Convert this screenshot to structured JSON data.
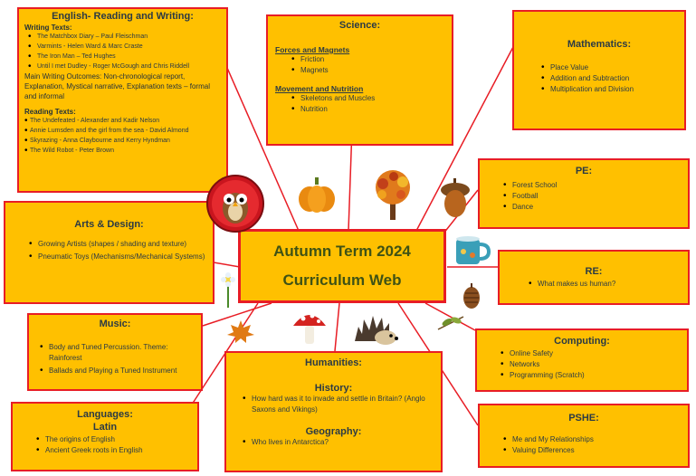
{
  "center": {
    "line1": "Autumn Term 2024",
    "line2": "Curriculum Web"
  },
  "english": {
    "title": "English- Reading and Writing:",
    "writing_heading": "Writing Texts:",
    "writing_texts": [
      "The Matchbox Diary – Paul Fleischman",
      "Varmints - Helen Ward & Marc Craste",
      "The Iron Man – Ted Hughes",
      "Until I met Dudley - Roger McGough and Chris Riddell"
    ],
    "outcomes": "Main Writing Outcomes: Non-chronological report, Explanation, Mystical narrative, Explanation texts – formal and informal",
    "reading_heading": "Reading Texts:",
    "reading_texts": [
      "The Undefeated - Alexander and Kadir Nelson",
      "Annie Lumsden and the girl from the sea - David Almond",
      "Skyrazing - Anna Claybourne and Kerry Hyndman",
      "The Wild Robot - Peter Brown"
    ]
  },
  "science": {
    "title": "Science:",
    "sub1": "Forces and Magnets",
    "items1": [
      "Friction",
      "Magnets"
    ],
    "sub2": "Movement and Nutrition",
    "items2": [
      "Skeletons and Muscles",
      "Nutrition"
    ]
  },
  "maths": {
    "title": "Mathematics:",
    "items": [
      "Place Value",
      "Addition and Subtraction",
      "Multiplication and Division"
    ]
  },
  "pe": {
    "title": "PE:",
    "items": [
      "Forest School",
      "Football",
      "Dance"
    ]
  },
  "arts": {
    "title": "Arts & Design:",
    "items": [
      "Growing Artists (shapes / shading and texture)",
      "Pneumatic Toys (Mechanisms/Mechanical Systems)"
    ]
  },
  "re": {
    "title": "RE:",
    "items": [
      "What makes us human?"
    ]
  },
  "music": {
    "title": "Music:",
    "items": [
      "Body and Tuned Percussion. Theme: Rainforest",
      "Ballads and Playing a Tuned Instrument"
    ]
  },
  "computing": {
    "title": "Computing:",
    "items": [
      "Online Safety",
      "Networks",
      "Programming (Scratch)"
    ]
  },
  "humanities": {
    "title": "Humanities:",
    "history": "History:",
    "history_item": "How hard was it to invade and settle in Britain? (Anglo Saxons and Vikings)",
    "geography": "Geography:",
    "geography_item": "Who lives in Antarctica?"
  },
  "languages": {
    "title": "Languages:",
    "subtitle": "Latin",
    "items": [
      "The origins of English",
      "Ancient Greek roots in English"
    ]
  },
  "pshe": {
    "title": "PSHE:",
    "items": [
      "Me and My Relationships",
      "Valuing Differences"
    ]
  },
  "colors": {
    "box_fill": "#ffc000",
    "border": "#e81d25",
    "center_text": "#3f5215"
  }
}
